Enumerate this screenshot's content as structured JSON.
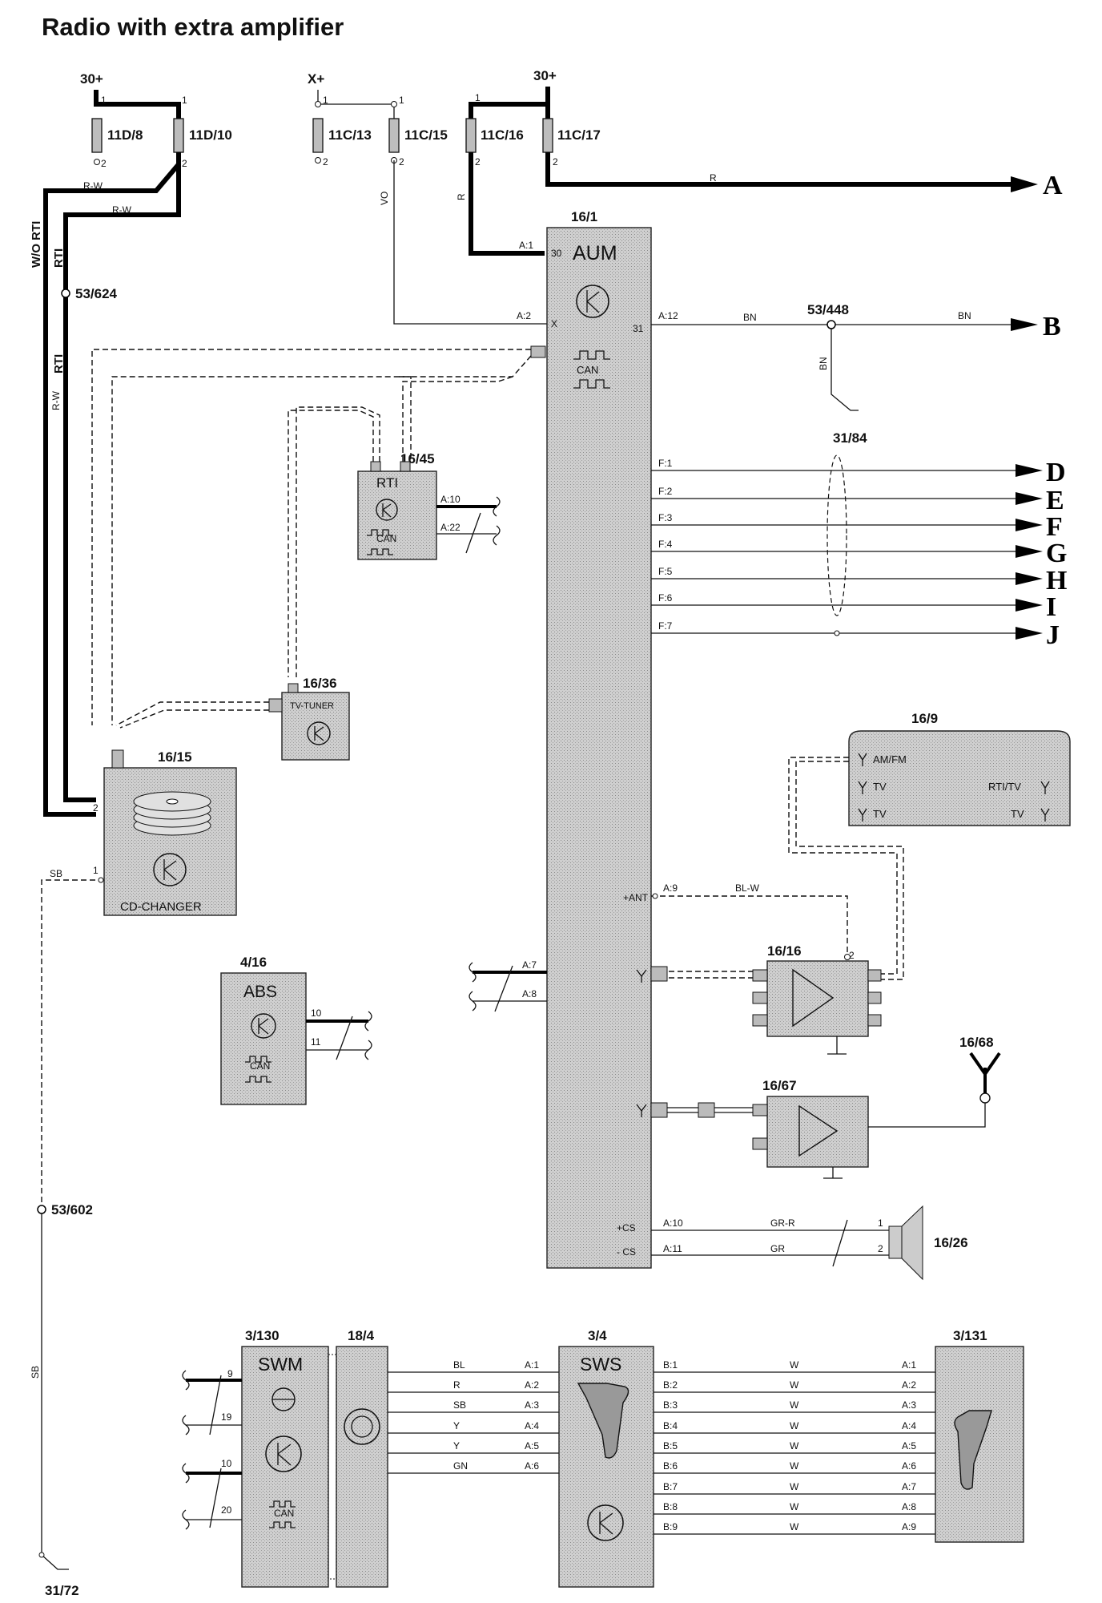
{
  "title": "Radio with extra amplifier",
  "supplies": {
    "s30a": "30+",
    "sx": "X+",
    "s30b": "30+"
  },
  "fuses": {
    "f1": "11D/8",
    "f2": "11D/10",
    "f3": "11C/13",
    "f4": "11C/15",
    "f5": "11C/16",
    "f6": "11C/17"
  },
  "fuse_pins": {
    "p1": "1",
    "p2": "2"
  },
  "wires": {
    "rw": "R-W",
    "rti": "RTI",
    "wo_rti": "W/O RTI",
    "vo": "VO",
    "r": "R",
    "bn": "BN",
    "blw": "BL-W",
    "grr": "GR-R",
    "gr": "GR",
    "sb": "SB",
    "bl": "BL",
    "y": "Y",
    "gn": "GN",
    "w": "W"
  },
  "splices": {
    "sp1": "53/624",
    "sp2": "53/448",
    "sp3": "53/602"
  },
  "grounds": {
    "g1": "31/84",
    "g2": "31/72"
  },
  "outputs": {
    "a": "A",
    "b": "B",
    "d": "D",
    "e": "E",
    "f": "F",
    "g": "G",
    "h": "H",
    "i": "I",
    "j": "J"
  },
  "aum": {
    "id": "16/1",
    "name": "AUM",
    "can": "CAN",
    "pins": {
      "a1": "A:1",
      "a2": "A:2",
      "a12": "A:12",
      "s30": "30",
      "sx": "X",
      "s31": "31",
      "f1": "F:1",
      "f2": "F:2",
      "f3": "F:3",
      "f4": "F:4",
      "f5": "F:5",
      "f6": "F:6",
      "f7": "F:7",
      "ant": "+ANT",
      "a9": "A:9",
      "a7": "A:7",
      "a8": "A:8",
      "cs_p": "+CS",
      "cs_n": "- CS",
      "a10": "A:10",
      "a11": "A:11"
    }
  },
  "rti": {
    "id": "16/45",
    "name": "RTI",
    "can": "CAN",
    "pin1": "A:10",
    "pin2": "A:22"
  },
  "tv_tuner": {
    "id": "16/36",
    "name": "TV-TUNER"
  },
  "cd_changer": {
    "id": "16/15",
    "name": "CD-CHANGER",
    "pin2": "2",
    "pin1": "1"
  },
  "antenna_box": {
    "id": "16/9",
    "l1": "AM/FM",
    "l2": "TV",
    "l3": "TV",
    "r1": "RTI/TV",
    "r2": "TV"
  },
  "amp16": {
    "id": "16/16",
    "pin2": "2"
  },
  "amp67": {
    "id": "16/67"
  },
  "ant68": {
    "id": "16/68"
  },
  "speaker": {
    "id": "16/26",
    "pin1": "1",
    "pin2": "2"
  },
  "abs": {
    "id": "4/16",
    "name": "ABS",
    "can": "CAN",
    "pin10": "10",
    "pin11": "11"
  },
  "swm": {
    "id": "3/130",
    "name": "SWM",
    "can": "CAN",
    "pins": [
      "9",
      "19",
      "10",
      "20"
    ]
  },
  "clock": {
    "id": "18/4"
  },
  "sws": {
    "id": "3/4",
    "name": "SWS",
    "a_pins": [
      "A:1",
      "A:2",
      "A:3",
      "A:4",
      "A:5",
      "A:6"
    ],
    "b_pins": [
      "B:1",
      "B:2",
      "B:3",
      "B:4",
      "B:5",
      "B:6",
      "B:7",
      "B:8",
      "B:9"
    ]
  },
  "sw131": {
    "id": "3/131",
    "pins": [
      "A:1",
      "A:2",
      "A:3",
      "A:4",
      "A:5",
      "A:6",
      "A:7",
      "A:8",
      "A:9"
    ]
  },
  "swm_wires": [
    "BL",
    "R",
    "SB",
    "Y",
    "Y",
    "GN"
  ]
}
